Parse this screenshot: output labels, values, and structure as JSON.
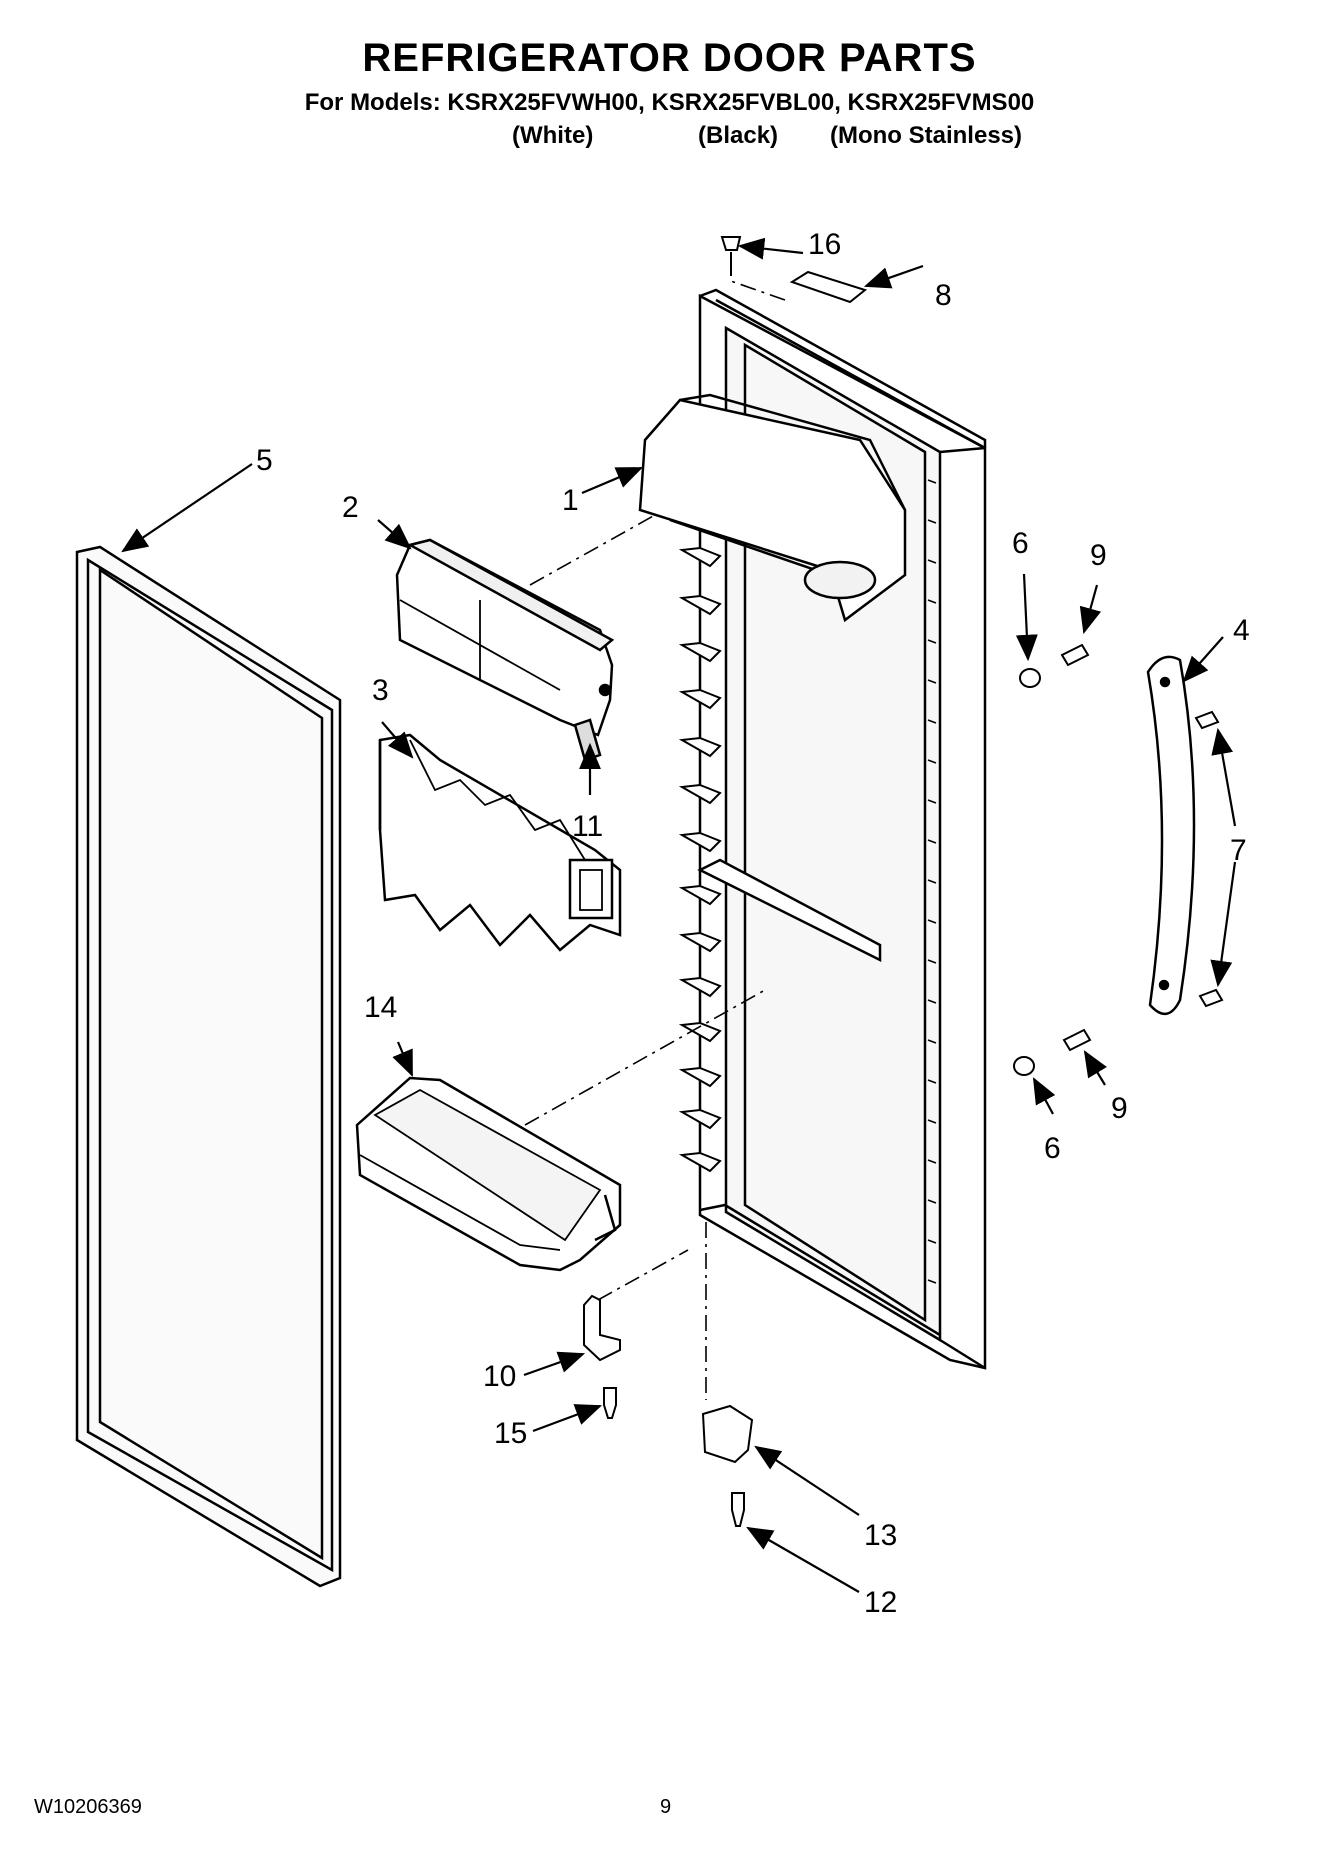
{
  "page": {
    "title": "REFRIGERATOR DOOR PARTS",
    "models_line": "For Models: KSRX25FVWH00, KSRX25FVBL00, KSRX25FVMS00",
    "variants": [
      "(White)",
      "(Black)",
      "(Mono Stainless)"
    ],
    "doc_number": "W10206369",
    "page_number": "9"
  },
  "callouts": {
    "c1": "1",
    "c2": "2",
    "c3": "3",
    "c4": "4",
    "c5": "5",
    "c6a": "6",
    "c6b": "6",
    "c7": "7",
    "c8": "8",
    "c9a": "9",
    "c9b": "9",
    "c10": "10",
    "c11": "11",
    "c12": "12",
    "c13": "13",
    "c14": "14",
    "c15": "15",
    "c16": "16"
  },
  "colors": {
    "line": "#000000",
    "background": "#ffffff",
    "fill_light": "#f2f2f2",
    "fill_dark": "#cfcfcf"
  }
}
